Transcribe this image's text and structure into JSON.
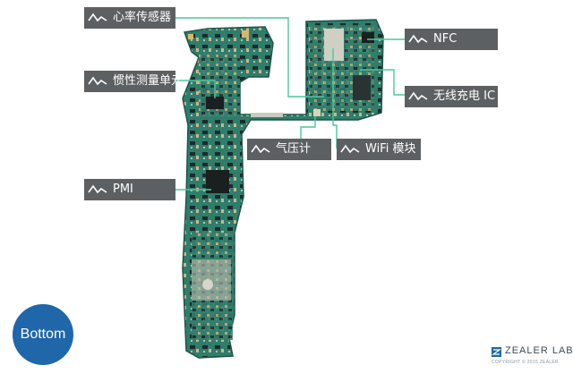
{
  "labels": {
    "heart_rate_sensor": "心率传感器",
    "imu": "惯性测量单元",
    "pmi": "PMI",
    "nfc": "NFC",
    "wireless_charging_ic": "无线充电 IC",
    "barometer": "气压计",
    "wifi_module": "WiFi 模块"
  },
  "badge": {
    "text": "Bottom"
  },
  "brand": {
    "name": "ZEALER LAB",
    "copyright": "COPYRIGHT © 2015 ZEALER"
  },
  "colors": {
    "label_bg": "#5d6062",
    "label_text": "#ffffff",
    "leader_line": "#4dc79a",
    "badge_bg": "#1f67a8",
    "board": "#2f7d6b"
  }
}
